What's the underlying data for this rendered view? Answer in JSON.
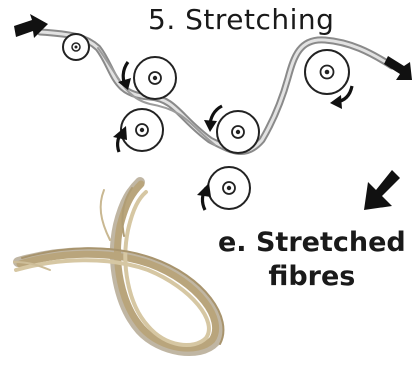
{
  "diagram": {
    "step_title": "5. Stretching",
    "output_label_line1": "e. Stretched",
    "output_label_line2": "fibres",
    "colors": {
      "ink": "#1a1a1a",
      "roller_fill": "#ffffff",
      "roller_stroke": "#222222",
      "fibre_light": "#d6c7a3",
      "fibre_mid": "#b9a57c",
      "fibre_dark": "#8c7a58",
      "sliver": "#9a9a9a"
    },
    "icons": {
      "input_arrow": "arrow-right-icon",
      "exit_arrow": "arrow-right-icon",
      "output_arrow": "arrow-down-left-icon",
      "roller": "roller-icon",
      "rotation": "curved-rotation-arrow-icon"
    }
  }
}
